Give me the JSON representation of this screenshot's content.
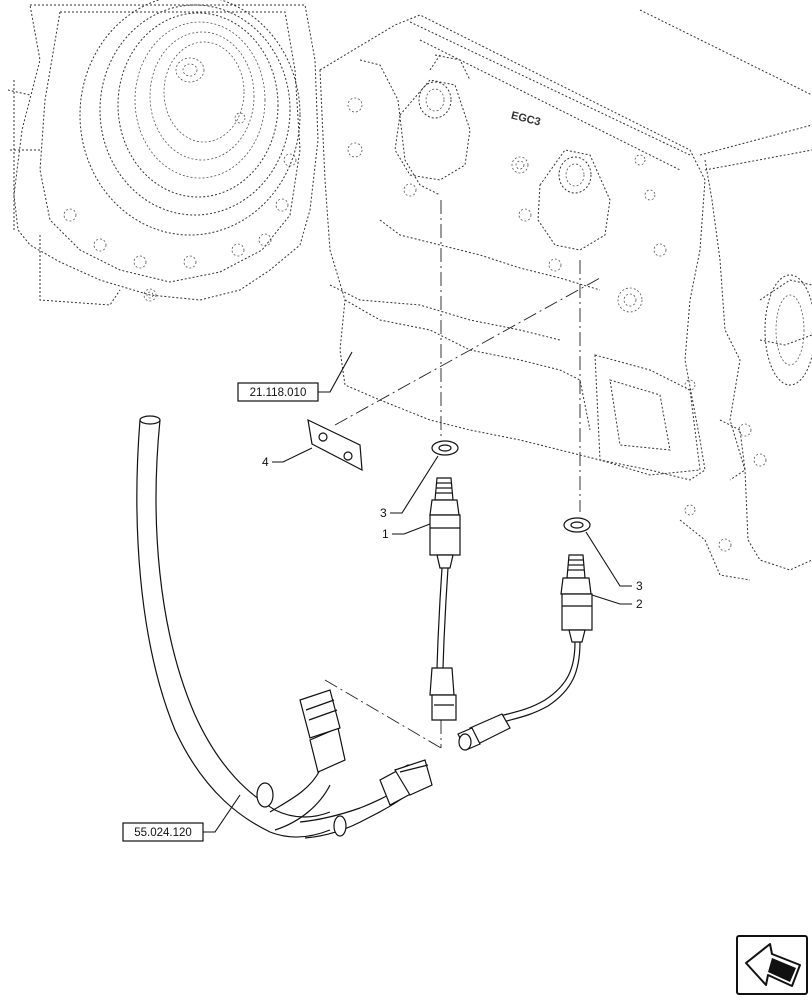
{
  "references": {
    "top": "21.118.010",
    "bottom": "55.024.120"
  },
  "callouts": {
    "part_1": "1",
    "part_2": "2",
    "part_3a": "3",
    "part_3b": "3",
    "part_4": "4"
  },
  "casting_marking": "EGC3",
  "icons": {
    "navigation": "previous-page-arrow-icon"
  }
}
